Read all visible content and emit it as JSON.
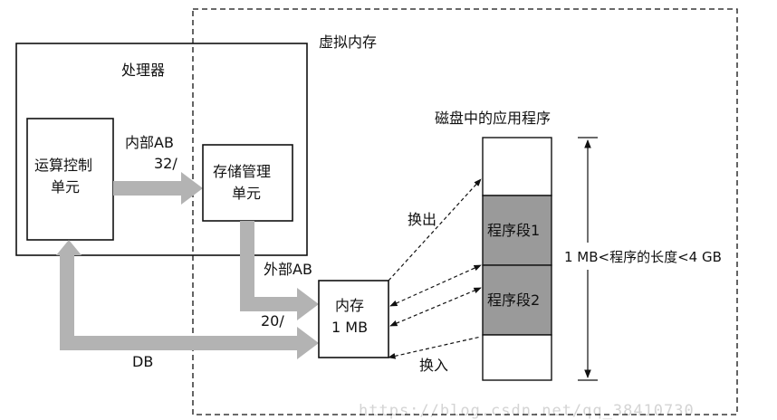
{
  "labels": {
    "virtual_memory": "虚拟内存",
    "processor": "处理器",
    "alu_cu_line1": "运算控制",
    "alu_cu_line2": "单元",
    "mmu_line1": "存储管理",
    "mmu_line2": "单元",
    "internal_ab": "内部AB",
    "internal_ab_width": "32/",
    "external_ab": "外部AB",
    "external_ab_width": "20/",
    "memory_line1": "内存",
    "memory_line2": "1 MB",
    "db": "DB",
    "disk_title": "磁盘中的应用程序",
    "segment1": "程序段1",
    "segment2": "程序段2",
    "swap_out": "换出",
    "swap_in": "换入",
    "length_range": "1 MB<程序的长度<4 GB"
  },
  "watermark": "https://blog.csdn.net/qq_38410730",
  "colors": {
    "line": "#111111",
    "bus_arrow": "#b3b3b3",
    "segment_fill": "#9a9a9a"
  }
}
